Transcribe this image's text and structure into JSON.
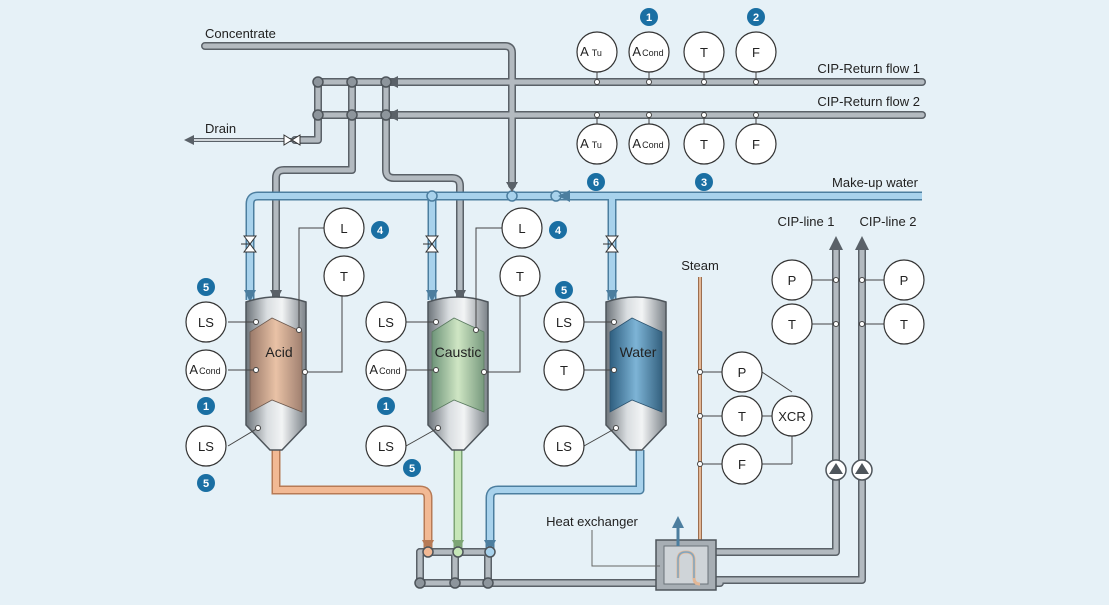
{
  "labels": {
    "concentrate": "Concentrate",
    "drain": "Drain",
    "return1": "CIP-Return flow 1",
    "return2": "CIP-Return flow 2",
    "makeup": "Make-up water",
    "cipline1": "CIP-line 1",
    "cipline2": "CIP-line 2",
    "steam": "Steam",
    "heatex": "Heat exchanger"
  },
  "tanks": {
    "acid": "Acid",
    "caustic": "Caustic",
    "water": "Water"
  },
  "instruments": {
    "A": "A",
    "Tu": "Tu",
    "Cond": "Cond",
    "T": "T",
    "F": "F",
    "L": "L",
    "LS": "LS",
    "P": "P",
    "XCR": "XCR"
  },
  "badges": {
    "n1": "1",
    "n2": "2",
    "n3": "3",
    "n4": "4",
    "n5": "5",
    "n6": "6"
  },
  "colors": {
    "background": "#e6f1f7",
    "pipe_gray": "#9aa3aa",
    "pipe_blue": "#9cc8e6",
    "acid_fluid": "#e8b99a",
    "caustic_fluid": "#b6dcaa",
    "water_fluid": "#5f9fc8",
    "badge": "#1a6fa3"
  }
}
